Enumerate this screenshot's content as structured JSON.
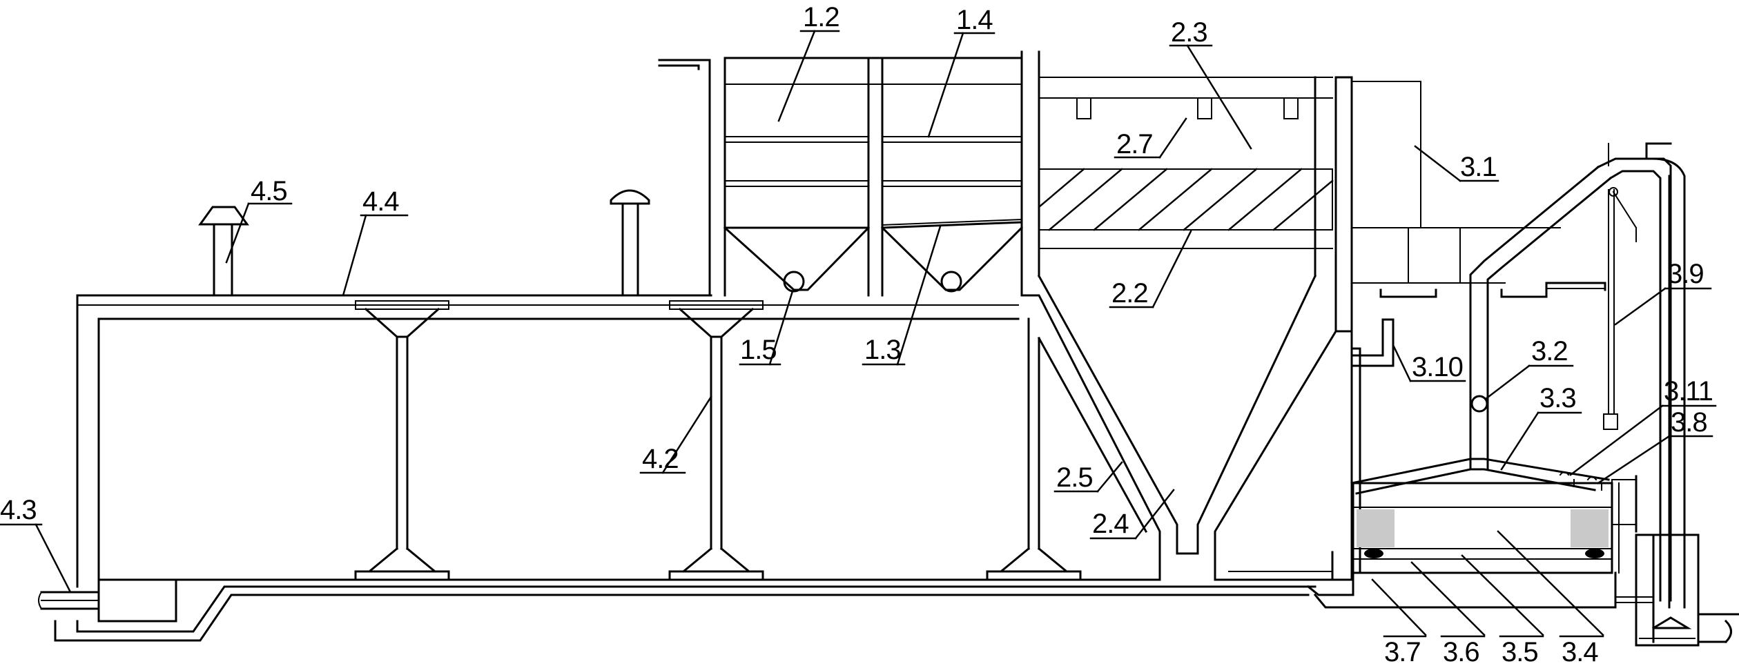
{
  "labels": {
    "l1_2": "1.2",
    "l1_4": "1.4",
    "l2_3": "2.3",
    "l3_1": "3.1",
    "l2_7": "2.7",
    "l4_5": "4.5",
    "l4_4": "4.4",
    "l2_2": "2.2",
    "l3_9": "3.9",
    "l3_2": "3.2",
    "l3_10": "3.10",
    "l1_5": "1.5",
    "l1_3": "1.3",
    "l3_3": "3.3",
    "l3_11": "3.11",
    "l3_8": "3.8",
    "l4_2": "4.2",
    "l2_5": "2.5",
    "l2_4": "2.4",
    "l4_3": "4.3",
    "l3_7": "3.7",
    "l3_6": "3.6",
    "l3_5": "3.5",
    "l3_4": "3.4"
  }
}
